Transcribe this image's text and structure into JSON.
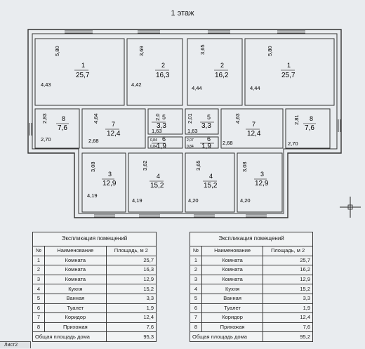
{
  "plan": {
    "title": "1 этаж",
    "left_rooms": [
      {
        "num": "1",
        "area": "25,7"
      },
      {
        "num": "2",
        "area": "16,3"
      },
      {
        "num": "8",
        "area": "7,6"
      },
      {
        "num": "7",
        "area": "12,4"
      },
      {
        "num": "5",
        "area": "3,3"
      },
      {
        "num": "6",
        "area": "1,9"
      },
      {
        "num": "3",
        "area": "12,9"
      },
      {
        "num": "4",
        "area": "15,2"
      }
    ],
    "right_rooms": [
      {
        "num": "2",
        "area": "16,2"
      },
      {
        "num": "1",
        "area": "25,7"
      },
      {
        "num": "5",
        "area": "3,3"
      },
      {
        "num": "6",
        "area": "1,9"
      },
      {
        "num": "7",
        "area": "12,4"
      },
      {
        "num": "8",
        "area": "7,6"
      },
      {
        "num": "4",
        "area": "15,2"
      },
      {
        "num": "3",
        "area": "12,9"
      }
    ],
    "dims": {
      "l1": [
        "5,80",
        "4,43"
      ],
      "l2": [
        "3,69",
        "4,42"
      ],
      "l8": [
        "2,83",
        "2,70"
      ],
      "l7": [
        "4,64",
        "2,68"
      ],
      "l5": [
        "2,0",
        "1,63"
      ],
      "l6": [
        "0,84",
        "0,84"
      ],
      "l3": [
        "3,08",
        "4,19"
      ],
      "l4": [
        "3,62",
        "4,19"
      ],
      "r2": [
        "3,65",
        "4,44"
      ],
      "r1": [
        "5,80",
        "4,44"
      ],
      "r5": [
        "2,01",
        "1,63"
      ],
      "r6": [
        "2,07",
        "0,84"
      ],
      "r7": [
        "4,63",
        "2,68"
      ],
      "r8": [
        "2,81",
        "2,70"
      ],
      "r4": [
        "3,65",
        "4,20"
      ],
      "r3": [
        "3,08",
        "4,20"
      ]
    }
  },
  "tables": [
    {
      "caption": "Экспликация помещений",
      "headers": [
        "№",
        "Наименование",
        "Площадь, м 2"
      ],
      "rows": [
        [
          "1",
          "Комната",
          "25,7"
        ],
        [
          "2",
          "Комната",
          "16,3"
        ],
        [
          "3",
          "Комната",
          "12,9"
        ],
        [
          "4",
          "Кухня",
          "15,2"
        ],
        [
          "5",
          "Ванная",
          "3,3"
        ],
        [
          "6",
          "Туалет",
          "1,9"
        ],
        [
          "7",
          "Коридор",
          "12,4"
        ],
        [
          "8",
          "Прихожая",
          "7,6"
        ]
      ],
      "total_label": "Общая площадь дома",
      "total_value": "95,3"
    },
    {
      "caption": "Экспликация помещений",
      "headers": [
        "№",
        "Наименование",
        "Площадь, м 2"
      ],
      "rows": [
        [
          "1",
          "Комната",
          "25,7"
        ],
        [
          "2",
          "Комната",
          "16,2"
        ],
        [
          "3",
          "Комната",
          "12,9"
        ],
        [
          "4",
          "Кухня",
          "15,2"
        ],
        [
          "5",
          "Ванная",
          "3,3"
        ],
        [
          "6",
          "Туалет",
          "1,9"
        ],
        [
          "7",
          "Коридор",
          "12,4"
        ],
        [
          "8",
          "Прихожая",
          "7,6"
        ]
      ],
      "total_label": "Общая площадь дома",
      "total_value": "95,2"
    }
  ],
  "status_bar": {
    "label": "Лист2"
  }
}
